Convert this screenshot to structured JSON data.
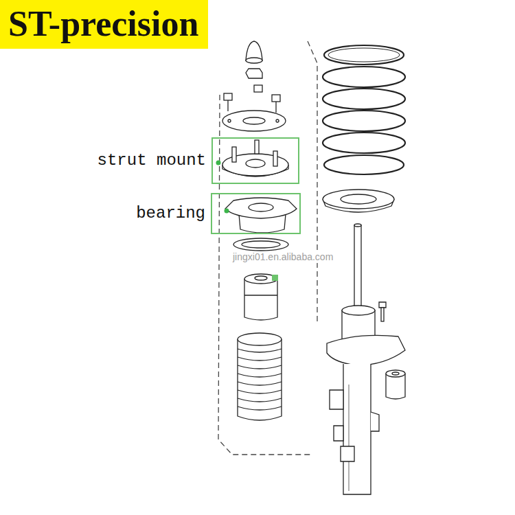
{
  "diagram": {
    "title": "ST-precision",
    "nodes": [
      {
        "text": [
          "strut mount"
        ]
      },
      {
        "text": [
          "bearing"
        ]
      }
    ],
    "labels": [
      "jingxi01.en.alibaba.com"
    ]
  }
}
